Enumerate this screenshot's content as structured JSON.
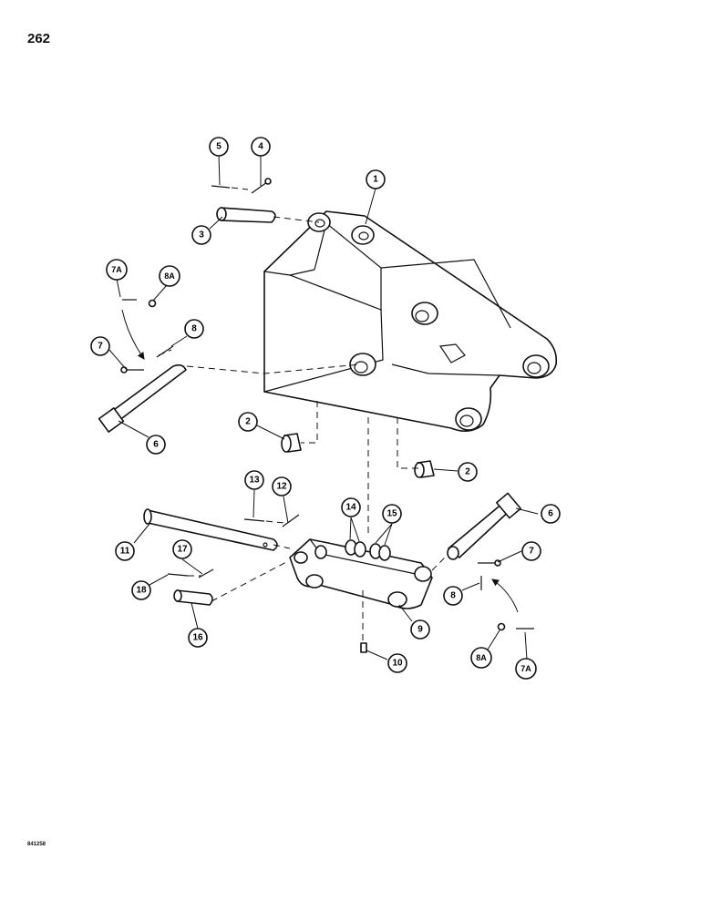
{
  "page": {
    "number": "262",
    "catalog_code": "841258"
  },
  "callouts": [
    {
      "label": "1"
    },
    {
      "label": "2"
    },
    {
      "label": "2"
    },
    {
      "label": "3"
    },
    {
      "label": "4"
    },
    {
      "label": "5"
    },
    {
      "label": "6"
    },
    {
      "label": "6"
    },
    {
      "label": "7"
    },
    {
      "label": "7"
    },
    {
      "label": "7A"
    },
    {
      "label": "7A"
    },
    {
      "label": "8"
    },
    {
      "label": "8"
    },
    {
      "label": "8A"
    },
    {
      "label": "8A"
    },
    {
      "label": "9"
    },
    {
      "label": "10"
    },
    {
      "label": "11"
    },
    {
      "label": "12"
    },
    {
      "label": "13"
    },
    {
      "label": "14"
    },
    {
      "label": "15"
    },
    {
      "label": "16"
    },
    {
      "label": "17"
    },
    {
      "label": "18"
    }
  ]
}
